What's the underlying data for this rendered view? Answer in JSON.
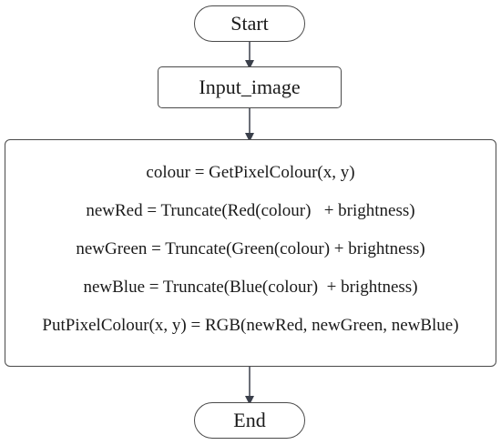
{
  "nodes": {
    "start": "Start",
    "input": "Input_image",
    "process": [
      "colour = GetPixelColour(x, y)",
      "newRed = Truncate(Red(colour)   + brightness)",
      "newGreen = Truncate(Green(colour) + brightness)",
      "newBlue = Truncate(Blue(colour)  + brightness)",
      "PutPixelColour(x, y) = RGB(newRed, newGreen, newBlue)"
    ],
    "end": "End"
  },
  "colors": {
    "stroke": "#4a4a4a",
    "arrow": "#3a3f4a",
    "text": "#1a1a1a",
    "background": "#ffffff"
  }
}
